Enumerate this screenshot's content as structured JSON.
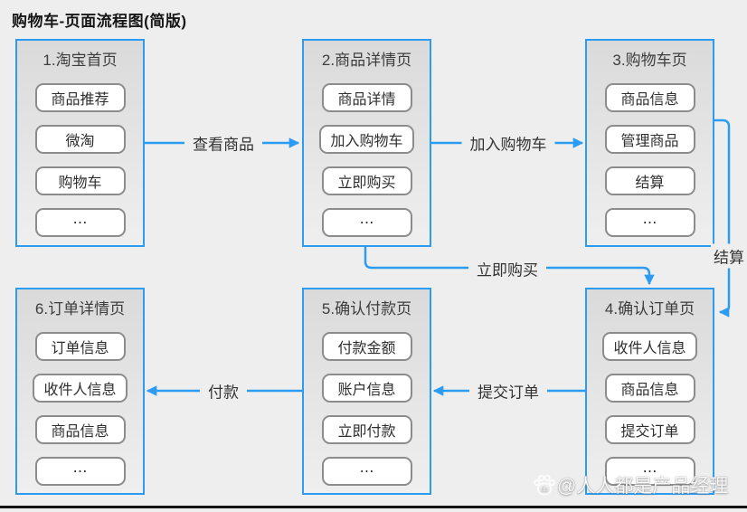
{
  "title": "购物车-页面流程图(简版)",
  "diagram": {
    "nodes": [
      {
        "title": "1.淘宝首页",
        "items": [
          "商品推荐",
          "微淘",
          "购物车",
          "⋯"
        ]
      },
      {
        "title": "2.商品详情页",
        "items": [
          "商品详情",
          "加入购物车",
          "立即购买",
          "⋯"
        ]
      },
      {
        "title": "3.购物车页",
        "items": [
          "商品信息",
          "管理商品",
          "结算",
          "⋯"
        ]
      },
      {
        "title": "4.确认订单页",
        "items": [
          "收件人信息",
          "商品信息",
          "提交订单",
          "⋯"
        ]
      },
      {
        "title": "5.确认付款页",
        "items": [
          "付款金额",
          "账户信息",
          "立即付款",
          "⋯"
        ]
      },
      {
        "title": "6.订单详情页",
        "items": [
          "订单信息",
          "收件人信息",
          "商品信息",
          "⋯"
        ]
      }
    ],
    "edges": [
      {
        "from": "1.淘宝首页",
        "to": "2.商品详情页",
        "label": "查看商品"
      },
      {
        "from": "2.商品详情页",
        "to": "3.购物车页",
        "label": "加入购物车"
      },
      {
        "from": "3.购物车页",
        "to": "4.确认订单页",
        "label": "结算"
      },
      {
        "from": "2.商品详情页",
        "to": "4.确认订单页",
        "label": "立即购买"
      },
      {
        "from": "4.确认订单页",
        "to": "5.确认付款页",
        "label": "提交订单"
      },
      {
        "from": "5.确认付款页",
        "to": "6.订单详情页",
        "label": "付款"
      }
    ]
  },
  "watermark": {
    "icon": "baidu-paw-icon",
    "text": "@人人都是产品经理"
  },
  "colors": {
    "accent": "#2b9cf2",
    "background": "#eeeeee",
    "node_border": "#2b9cf2",
    "item_border": "#8c8c8c",
    "text": "#333333"
  }
}
